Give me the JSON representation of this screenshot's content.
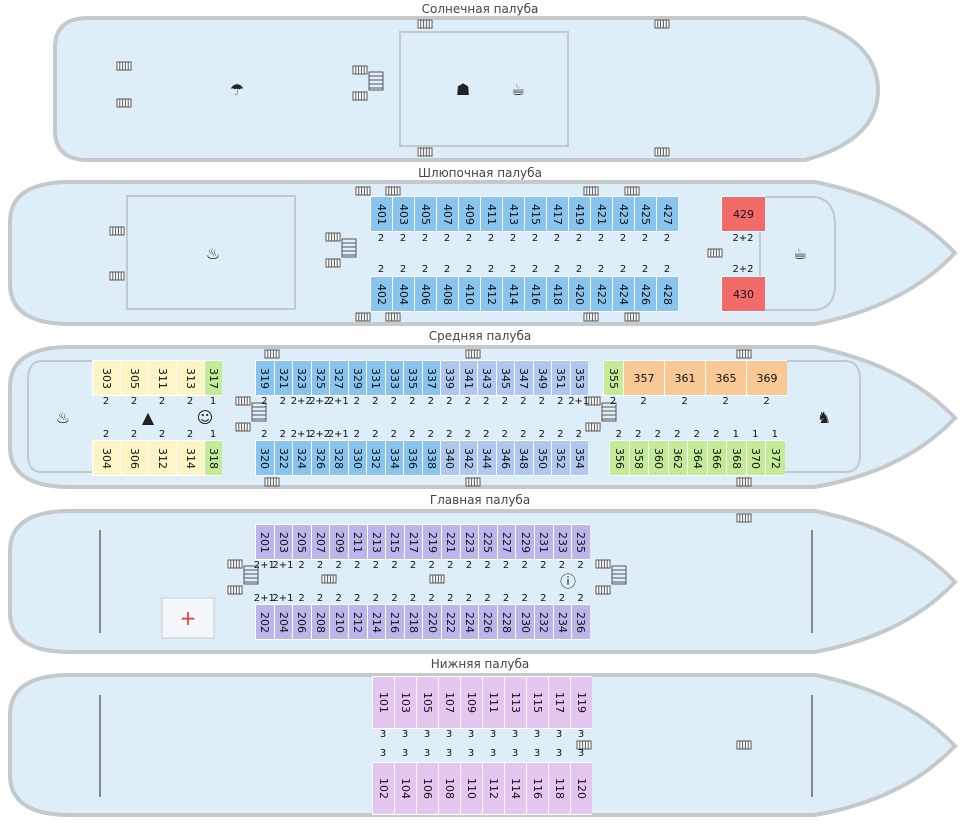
{
  "decks": [
    {
      "key": "sun",
      "title": "Солнечная палуба"
    },
    {
      "key": "boat",
      "title": "Шлюпочная палуба"
    },
    {
      "key": "mid",
      "title": "Средняя палуба"
    },
    {
      "key": "main",
      "title": "Главная палуба"
    },
    {
      "key": "low",
      "title": "Нижняя палуба"
    }
  ],
  "colors": {
    "hull": "#deeef9",
    "hull_stroke": "#c4c9cc",
    "blue": "#88c4ee",
    "red": "#f26b6b",
    "yellow": "#fcf6c6",
    "green": "#c4ec98",
    "orange": "#f9c995",
    "purple": "#b9b6ec",
    "blue_mid": "#b0c8f0",
    "lilac": "#e4c6f1",
    "line": "#9aa0a4"
  },
  "icons": {
    "umbrella": "beach-umbrella-icon",
    "cocktail": "cocktail-icon",
    "conference": "conference-icon",
    "restaurant": "restaurant-icon",
    "coffee": "coffee-cup-icon",
    "iron": "iron-icon",
    "baby": "baby-icon",
    "toy": "rocking-horse-icon",
    "info": "info-icon",
    "medical": "medical-cross-icon",
    "stairs": "stairs-icon"
  },
  "boat": {
    "top": [
      "401",
      "403",
      "405",
      "407",
      "409",
      "411",
      "413",
      "415",
      "417",
      "419",
      "421",
      "423",
      "425",
      "427"
    ],
    "top_occ": [
      "2",
      "2",
      "2",
      "2",
      "2",
      "2",
      "2",
      "2",
      "2",
      "2",
      "2",
      "2",
      "2",
      "2"
    ],
    "bottom": [
      "402",
      "404",
      "406",
      "408",
      "410",
      "412",
      "414",
      "416",
      "418",
      "420",
      "422",
      "424",
      "426",
      "428"
    ],
    "bottom_occ": [
      "2",
      "2",
      "2",
      "2",
      "2",
      "2",
      "2",
      "2",
      "2",
      "2",
      "2",
      "2",
      "2",
      "2"
    ],
    "suite_top": "429",
    "suite_bottom": "430",
    "suite_top_occ": "2+2",
    "suite_bottom_occ": "2+2"
  },
  "mid": {
    "left_top": [
      "303",
      "305",
      "311",
      "313",
      "317"
    ],
    "left_top_occ": [
      "2",
      "2",
      "2",
      "2",
      "1"
    ],
    "left_bottom": [
      "304",
      "306",
      "312",
      "314",
      "318"
    ],
    "left_bottom_occ": [
      "2",
      "2",
      "2",
      "2",
      "1"
    ],
    "center_top": [
      "319",
      "321",
      "323",
      "325",
      "327",
      "329",
      "331",
      "333",
      "335",
      "337",
      "339",
      "341",
      "343",
      "345",
      "347",
      "349",
      "351",
      "353"
    ],
    "center_top_occ": [
      "2",
      "2",
      "2+2",
      "2+2",
      "2+1",
      "2",
      "2",
      "2",
      "2",
      "2",
      "2",
      "2",
      "2",
      "2",
      "2",
      "2",
      "2",
      "2+1"
    ],
    "center_bottom": [
      "320",
      "322",
      "324",
      "326",
      "328",
      "330",
      "332",
      "334",
      "336",
      "338",
      "340",
      "342",
      "344",
      "346",
      "348",
      "350",
      "352",
      "354"
    ],
    "center_bottom_occ": [
      "2",
      "2",
      "2+1",
      "2+2",
      "2+1",
      "2",
      "2",
      "2",
      "2",
      "2",
      "2",
      "2",
      "2",
      "2",
      "2",
      "2",
      "2",
      "2"
    ],
    "right_top": [
      "355",
      "357",
      "361",
      "365",
      "369"
    ],
    "right_top_occ": [
      "2",
      "2",
      "2",
      "2",
      "2"
    ],
    "right_bottom": [
      "356",
      "358",
      "360",
      "362",
      "364",
      "366",
      "368",
      "370",
      "372"
    ],
    "right_bottom_occ": [
      "2",
      "2",
      "2",
      "2",
      "2",
      "2",
      "1",
      "1",
      "1"
    ]
  },
  "main": {
    "top": [
      "201",
      "203",
      "205",
      "207",
      "209",
      "211",
      "213",
      "215",
      "217",
      "219",
      "221",
      "223",
      "225",
      "227",
      "229",
      "231",
      "233",
      "235"
    ],
    "top_occ": [
      "2+1",
      "2+1",
      "2",
      "2",
      "2",
      "2",
      "2",
      "2",
      "2",
      "2",
      "2",
      "2",
      "2",
      "2",
      "2",
      "2",
      "2",
      "2"
    ],
    "bottom": [
      "202",
      "204",
      "206",
      "208",
      "210",
      "212",
      "214",
      "216",
      "218",
      "220",
      "222",
      "224",
      "226",
      "228",
      "230",
      "232",
      "234",
      "236"
    ],
    "bottom_occ": [
      "2+1",
      "2+1",
      "2",
      "2",
      "2",
      "2",
      "2",
      "2",
      "2",
      "2",
      "2",
      "2",
      "2",
      "2",
      "2",
      "2",
      "2",
      "2"
    ]
  },
  "low": {
    "top": [
      "101",
      "103",
      "105",
      "107",
      "109",
      "111",
      "113",
      "115",
      "117",
      "119"
    ],
    "top_occ": [
      "3",
      "3",
      "3",
      "3",
      "3",
      "3",
      "3",
      "3",
      "3",
      "3"
    ],
    "bottom": [
      "102",
      "104",
      "106",
      "108",
      "110",
      "112",
      "114",
      "116",
      "118",
      "120"
    ],
    "bottom_occ": [
      "3",
      "3",
      "3",
      "3",
      "3",
      "3",
      "3",
      "3",
      "3",
      "3"
    ]
  }
}
